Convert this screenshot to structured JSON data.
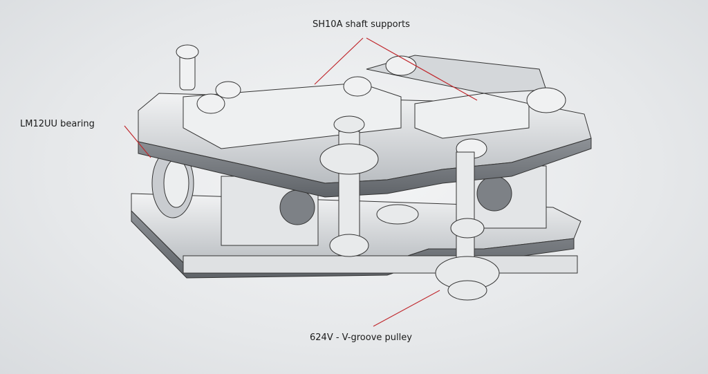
{
  "labels": {
    "shaft_supports": "SH10A shaft supports",
    "bearing": "LM12UU bearing",
    "pulley": "624V - V-groove pulley"
  },
  "colors": {
    "leader": "#c0282d",
    "part": "#e9ebec",
    "edge": "#3a3a3a",
    "shade": "#9a9ea2"
  }
}
